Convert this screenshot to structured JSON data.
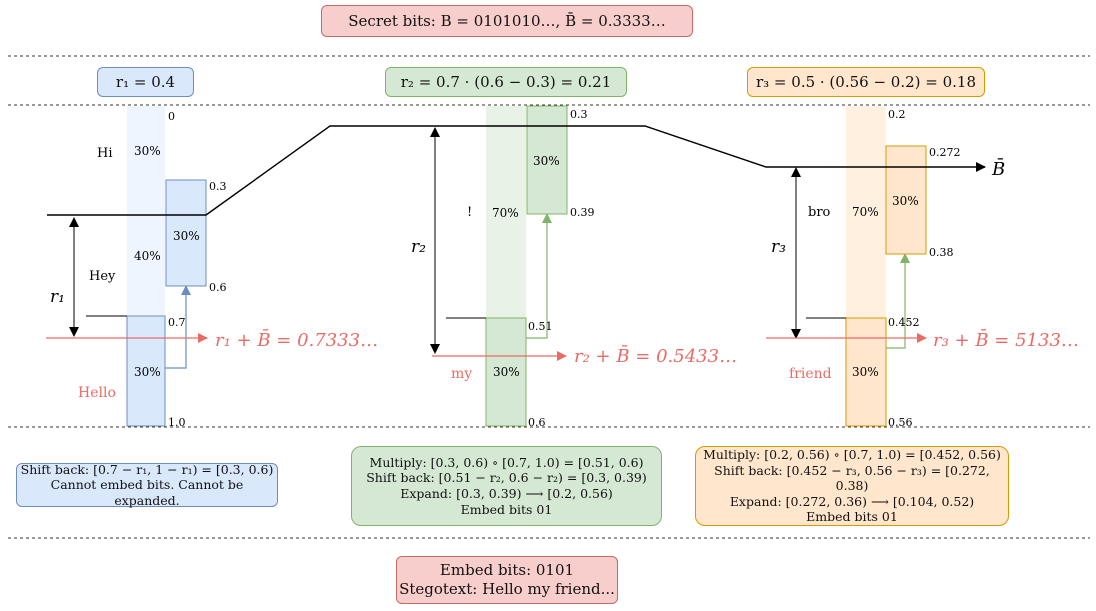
{
  "header": {
    "secret_bits": "Secret bits: B = 0101010…, B̄ = 0.3333…"
  },
  "columns": [
    {
      "r_label": "r₁ = 0.4",
      "side_label": "r₁",
      "intervals": {
        "top": "0",
        "b1": "0.7",
        "bottom": "1.0"
      },
      "sub": {
        "top": "0.3",
        "bottom": "0.6",
        "pct": "30%"
      },
      "words": [
        {
          "word": "Hi",
          "pct": "30%"
        },
        {
          "word": "Hey",
          "pct": "40%"
        },
        {
          "word": "Hello",
          "pct": "30%",
          "selected": true
        }
      ],
      "sum_label": "r₁ + B̄ = 0.7333…",
      "note": [
        "Shift back: [0.7 − r₁, 1 − r₁) = [0.3, 0.6)",
        "Cannot embed bits. Cannot be expanded."
      ]
    },
    {
      "r_label": "r₂ = 0.7 · (0.6 − 0.3) = 0.21",
      "side_label": "r₂",
      "intervals": {
        "top": "",
        "b1": "0.51",
        "bottom": "0.6"
      },
      "sub": {
        "top": "0.3",
        "bottom": "0.39",
        "pct": "30%"
      },
      "words": [
        {
          "word": "!",
          "pct": "70%"
        },
        {
          "word": "my",
          "pct": "30%",
          "selected": true
        }
      ],
      "sum_label": "r₂ + B̄ = 0.5433…",
      "note": [
        "Multiply: [0.3, 0.6) ∘ [0.7, 1.0) = [0.51, 0.6)",
        "Shift back: [0.51 − r₂, 0.6 − r₂) = [0.3, 0.39)",
        "Expand: [0.3, 0.39) ⟶ [0.2, 0.56)",
        "Embed bits 01"
      ]
    },
    {
      "r_label": "r₃ = 0.5 · (0.56 − 0.2) = 0.18",
      "side_label": "r₃",
      "intervals": {
        "top": "0.2",
        "b1": "0.452",
        "bottom": "0.56"
      },
      "sub": {
        "top": "0.272",
        "bottom": "0.38",
        "pct": "30%"
      },
      "words": [
        {
          "word": "bro",
          "pct": "70%"
        },
        {
          "word": "friend",
          "pct": "30%",
          "selected": true
        }
      ],
      "sum_label": "r₃ + B̄ = 5133…",
      "note": [
        "Multiply: [0.2, 0.56) ∘ [0.7, 1.0) = [0.452, 0.56)",
        "Shift back: [0.452 − r₃, 0.56 − r₃) = [0.272, 0.38)",
        "Expand: [0.272, 0.36) ⟶ [0.104, 0.52)",
        "Embed bits 01"
      ]
    }
  ],
  "bbar_label": "B̄",
  "footer": {
    "embed_bits": "Embed bits: 0101",
    "stegotext": "Stegotext: Hello my friend..."
  },
  "colors": {
    "blue_fill": "#dae8fc",
    "blue_stroke": "#6c8ebf",
    "green_fill": "#d5e8d4",
    "green_stroke": "#82b366",
    "orange_fill": "#ffe6cc",
    "orange_stroke": "#d79b00",
    "red_fill": "#f8cecc",
    "red_text": "#ea6b66"
  }
}
